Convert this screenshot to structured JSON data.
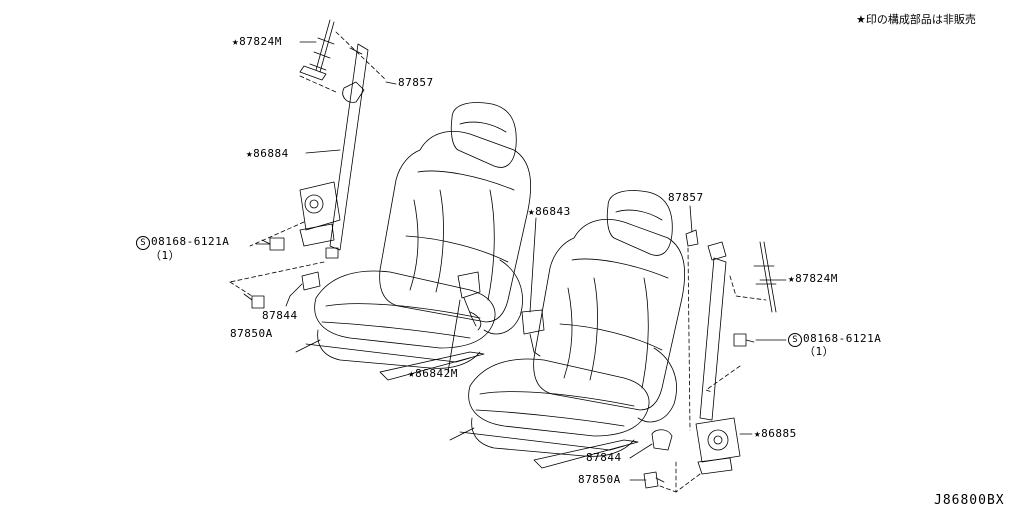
{
  "note": "★印の構成部品は非販売",
  "diagram_code": "J86800BX",
  "parts": {
    "guide_left": "★87824M",
    "cover_left_top": "87857",
    "belt_left": "★86884",
    "bolt_left": "08168-6121A",
    "bolt_left_qty": "（1）",
    "cap_left": "87844",
    "anchor_left": "87850A",
    "buckle_left": "★86842M",
    "buckle_right": "★86843",
    "cover_right_top": "87857",
    "guide_right": "★87824M",
    "bolt_right": "08168-6121A",
    "bolt_right_qty": "（1）",
    "belt_right": "★86885",
    "cap_right": "87844",
    "anchor_right": "87850A"
  },
  "bolt_symbol": "S",
  "colors": {
    "line": "#000000",
    "background": "#ffffff"
  }
}
